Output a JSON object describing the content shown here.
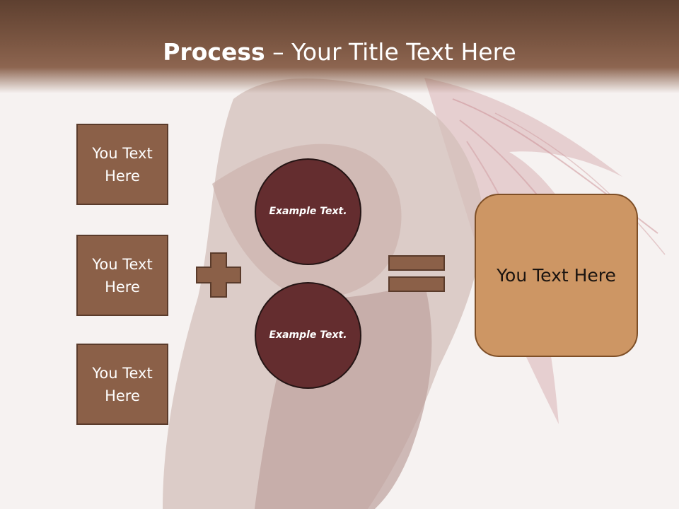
{
  "slide": {
    "title_bold": "Process",
    "title_rest": " – Your Title Text Here"
  },
  "left_boxes": [
    {
      "label": "You Text Here"
    },
    {
      "label": "You Text Here"
    },
    {
      "label": "You Text Here"
    }
  ],
  "circles": [
    {
      "label": "Example Text."
    },
    {
      "label": "Example Text."
    }
  ],
  "operators": {
    "plus": "plus-icon",
    "equals": "equals-icon"
  },
  "result": {
    "label": "You Text Here"
  },
  "colors": {
    "title_bar": "#7b5642",
    "left_box_fill": "#8b6048",
    "circle_fill": "#642d2f",
    "result_fill": "#cd9664",
    "operator_fill": "#8b6048"
  }
}
